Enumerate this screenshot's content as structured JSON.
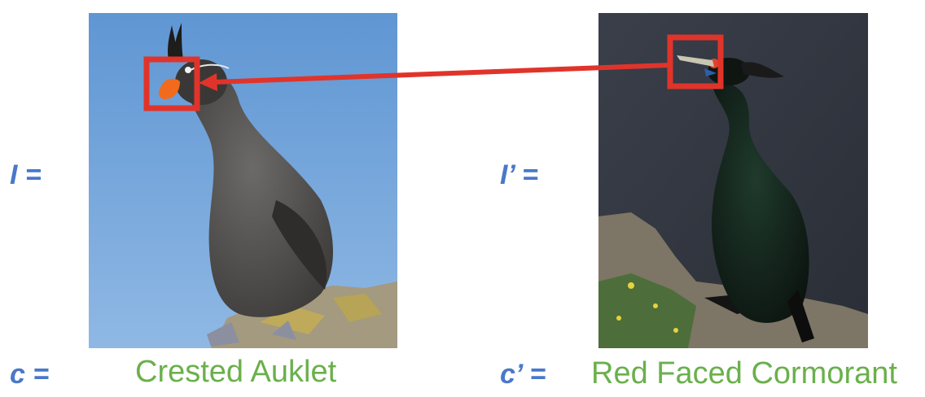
{
  "left": {
    "image_label": "I =",
    "class_label": "c =",
    "class_name": "Crested Auklet"
  },
  "right": {
    "image_label": "I’ =",
    "class_label": "c’ =",
    "class_name": "Red Faced Cormorant"
  },
  "colors": {
    "label_blue": "#4a78c9",
    "class_green": "#6ab04c",
    "highlight_red": "#e0342b"
  }
}
